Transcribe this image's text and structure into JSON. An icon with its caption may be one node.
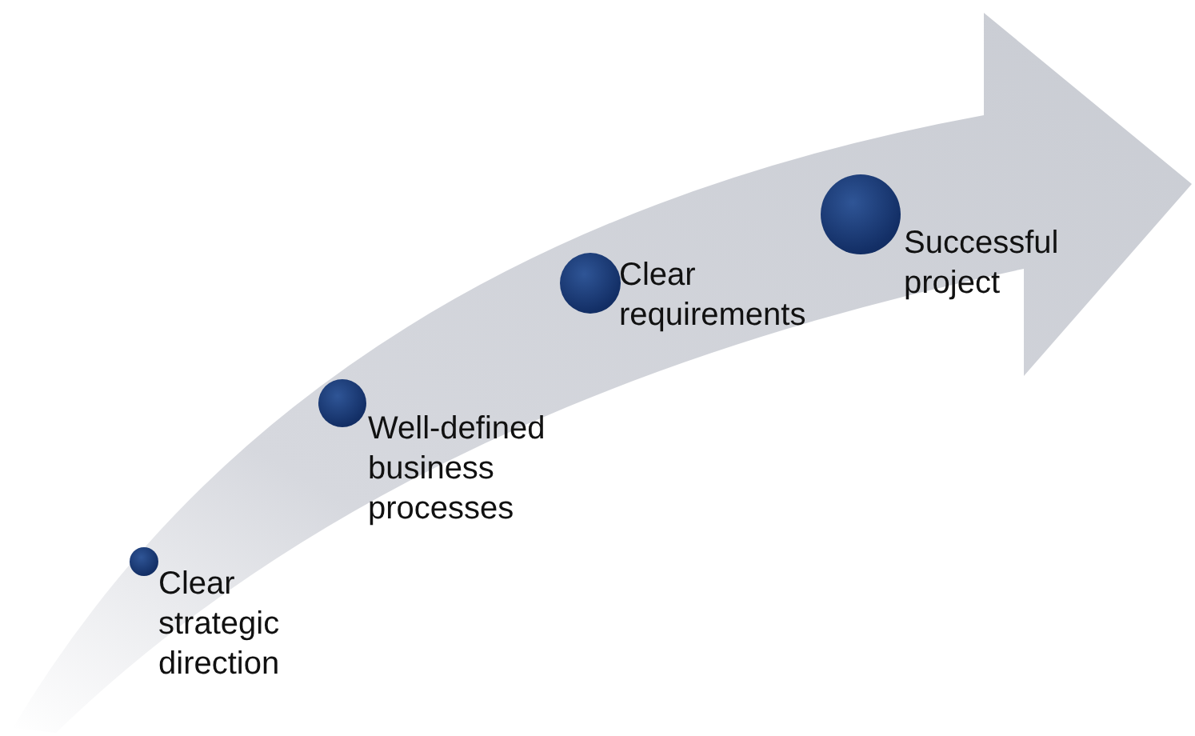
{
  "diagram": {
    "nodes": [
      {
        "text": [],
        "shape": "circle",
        "beside": [
          "Clear strategic direction"
        ]
      },
      {
        "text": [],
        "shape": "circle",
        "beside": [
          "Well-defined business processes"
        ]
      },
      {
        "text": [],
        "shape": "circle",
        "beside": [
          "Clear requirements"
        ]
      },
      {
        "text": [],
        "shape": "circle",
        "beside": [
          "Successful project"
        ]
      }
    ]
  }
}
